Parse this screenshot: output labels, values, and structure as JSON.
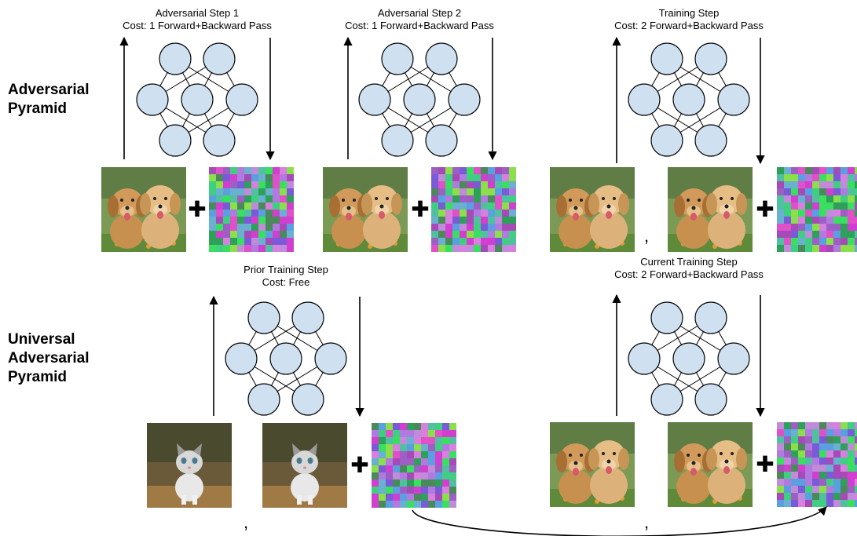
{
  "row_labels": {
    "adversarial": [
      "Adversarial",
      "Pyramid"
    ],
    "universal": [
      "Universal",
      "Adversarial",
      "Pyramid"
    ]
  },
  "captions": {
    "adv_step1": [
      "Adversarial Step 1",
      "Cost: 1 Forward+Backward Pass"
    ],
    "adv_step2": [
      "Adversarial Step 2",
      "Cost: 1 Forward+Backward Pass"
    ],
    "training_step": [
      "Training Step",
      "Cost: 2 Forward+Backward Pass"
    ],
    "prior_training": [
      "Prior Training Step",
      "Cost: Free"
    ],
    "current_training": [
      "Current Training Step",
      "Cost: 2 Forward+Backward Pass"
    ]
  },
  "symbols": {
    "plus": "✚",
    "comma": ","
  },
  "images": {
    "puppy": "puppy-photo",
    "kitten": "kitten-photo"
  },
  "colors": {
    "node_fill": "#cfe0f1",
    "node_stroke": "#000000",
    "noise_palette": [
      "#d23fd0",
      "#a64ab8",
      "#7a5ad8",
      "#5aa0e0",
      "#3fcf80",
      "#39e060",
      "#8adf4a",
      "#c08bd8",
      "#e050c8",
      "#4a8a5a",
      "#6ab0d0",
      "#b07ae0",
      "#2ea05a",
      "#d880e0",
      "#9e5fc4",
      "#50c0a0"
    ]
  }
}
